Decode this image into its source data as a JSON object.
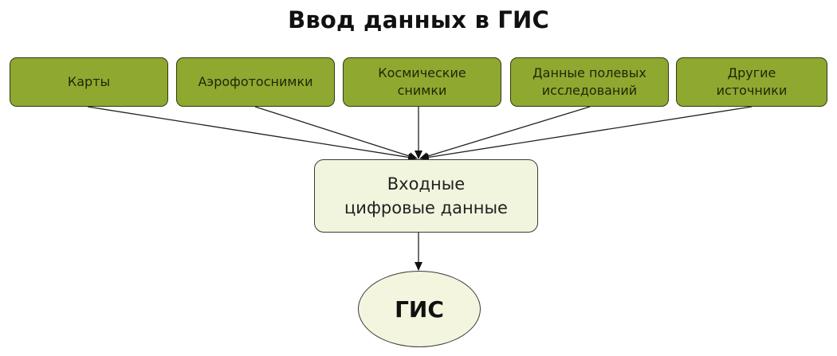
{
  "title": "Ввод данных в ГИС",
  "sources": [
    {
      "label": "Карты"
    },
    {
      "label": "Аэрофотоснимки"
    },
    {
      "label": "Космические\nснимки"
    },
    {
      "label": "Данные полевых\nисследований"
    },
    {
      "label": "Другие\nисточники"
    }
  ],
  "digital_data": {
    "label": "Входные\nцифровые данные"
  },
  "gis": {
    "label": "ГИС"
  },
  "colors": {
    "source_fill": "#8fa830",
    "digital_fill": "#f1f5dd",
    "gis_fill": "#f4f5de"
  }
}
